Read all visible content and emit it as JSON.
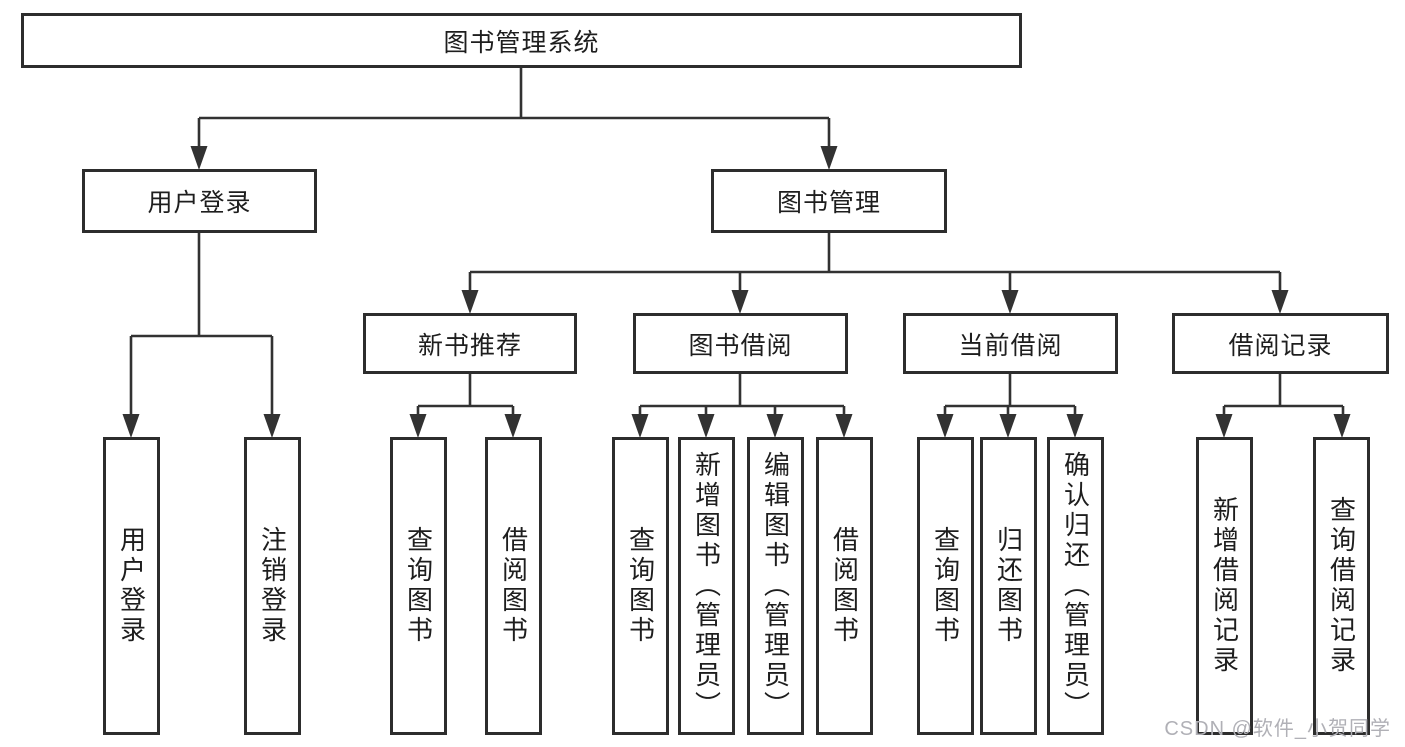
{
  "tree": {
    "label": "图书管理系统",
    "children": [
      {
        "label": "用户登录",
        "children": [
          {
            "label": "用户登录"
          },
          {
            "label": "注销登录"
          }
        ]
      },
      {
        "label": "图书管理",
        "children": [
          {
            "label": "新书推荐",
            "children": [
              {
                "label": "查询图书"
              },
              {
                "label": "借阅图书"
              }
            ]
          },
          {
            "label": "图书借阅",
            "children": [
              {
                "label": "查询图书"
              },
              {
                "label": "新增图书（管理员）"
              },
              {
                "label": "编辑图书（管理员）"
              },
              {
                "label": "借阅图书"
              }
            ]
          },
          {
            "label": "当前借阅",
            "children": [
              {
                "label": "查询图书"
              },
              {
                "label": "归还图书"
              },
              {
                "label": "确认归还（管理员）"
              }
            ]
          },
          {
            "label": "借阅记录",
            "children": [
              {
                "label": "新增借阅记录"
              },
              {
                "label": "查询借阅记录"
              }
            ]
          }
        ]
      }
    ]
  },
  "watermark": "CSDN @软件_小贺同学",
  "colors": {
    "background": "#ffffff",
    "line": "#323232",
    "border": "#2d2d2d",
    "text": "#1e1e1e",
    "watermark": "#b0b0b6"
  }
}
